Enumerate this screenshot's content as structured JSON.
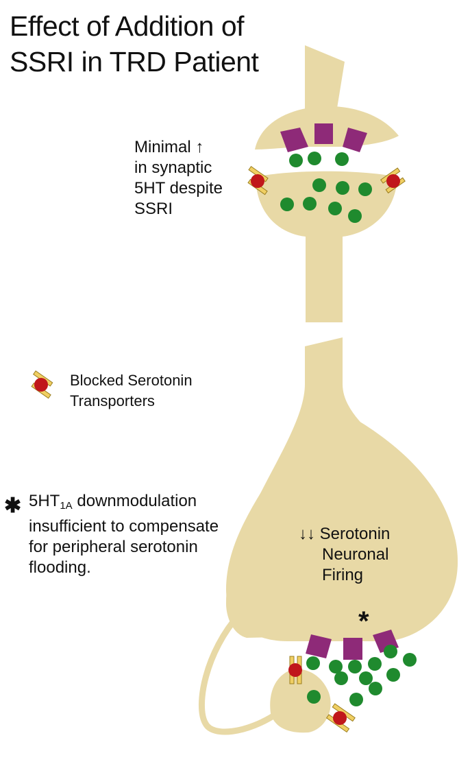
{
  "title": {
    "line1": "Effect of Addition of",
    "line2": "SSRI in TRD Patient"
  },
  "synapse_label": {
    "line1": "Minimal ↑",
    "line2": "in synaptic",
    "line3": "5HT despite",
    "line4": "SSRI"
  },
  "legend": {
    "icon": "blocked-transporter-icon",
    "line1": "Blocked Serotonin",
    "line2": "Transporters"
  },
  "note": {
    "marker": "✱",
    "prefix": "5HT",
    "subscript": "1A",
    "line1_rest": " downmodulation",
    "line2": "insufficient to compensate",
    "line3": "for peripheral serotonin",
    "line4": "flooding."
  },
  "firing_label": {
    "line1": "↓↓ Serotonin",
    "line2": "Neuronal",
    "line3": "Firing"
  },
  "autoreceptor_marker": "*",
  "colors": {
    "neuron": "#e8d9a6",
    "neuron_stroke": "#c9b783",
    "receptor": "#8e2a78",
    "vesicle": "#1f8a2e",
    "transporter_core": "#c0171b",
    "transporter_bar": "#f0cf63"
  }
}
